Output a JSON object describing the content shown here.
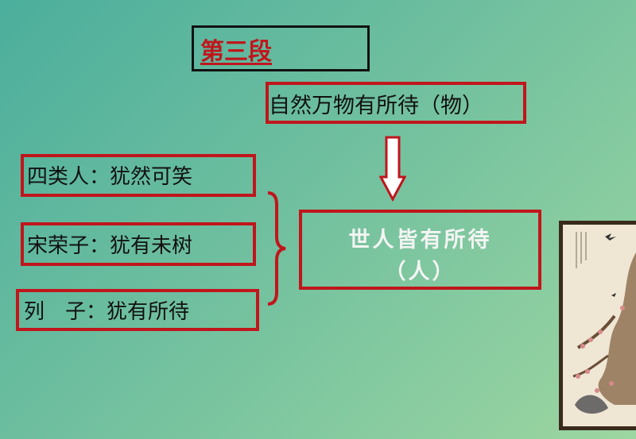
{
  "section": {
    "title": "第三段"
  },
  "nature": {
    "text": "自然万物有所待（物）"
  },
  "people": {
    "line1": "世人皆有所待",
    "line2": "（人）"
  },
  "items": [
    {
      "text": "四类人：犹然可笑"
    },
    {
      "text": "宋荣子：犹有未树"
    },
    {
      "text": "列　子：犹有所待"
    }
  ],
  "colors": {
    "accent": "#c0161c",
    "background": "#6fbf9f"
  },
  "icons": {
    "arrow": "down-arrow-icon",
    "brace": "right-brace-icon"
  }
}
